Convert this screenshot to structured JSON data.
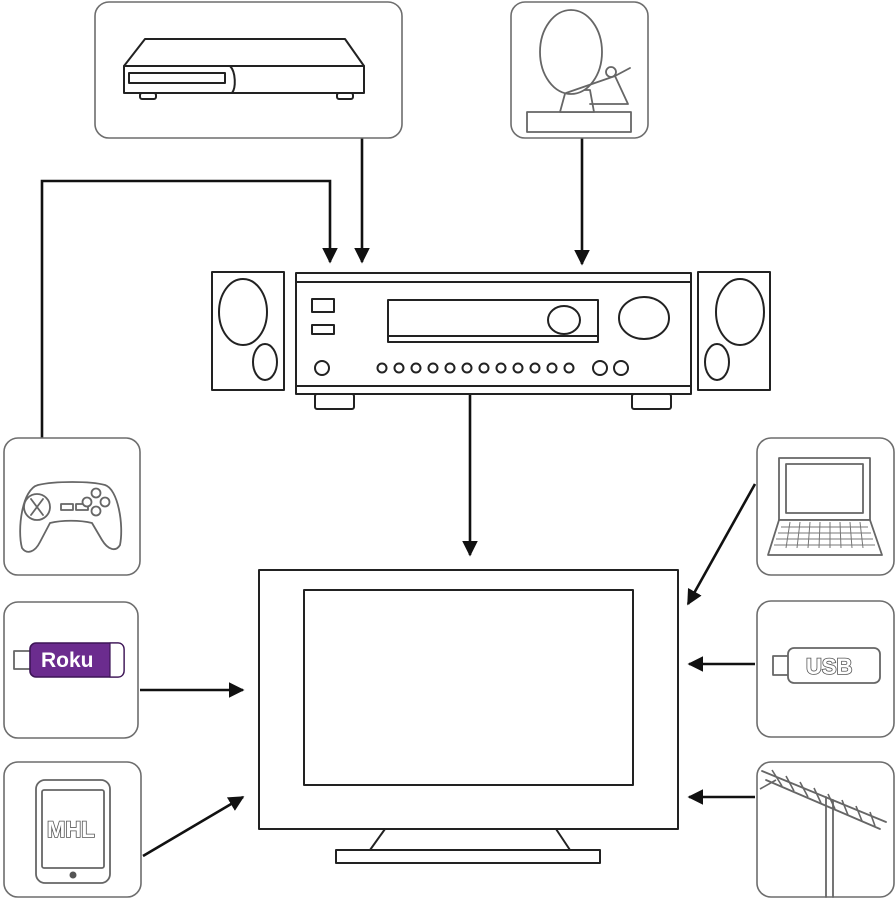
{
  "labels": {
    "roku": "Roku",
    "usb": "USB",
    "mhl": "MHL"
  },
  "colors": {
    "roku_purple": "#6b2c8e",
    "ink": "#222222",
    "box_stroke": "#6d6d6d",
    "wire": "#111111"
  },
  "icons": [
    "dvd-player-icon",
    "satellite-dish-icon",
    "game-controller-icon",
    "roku-stick-icon",
    "mhl-tablet-icon",
    "laptop-icon",
    "usb-drive-icon",
    "tv-antenna-icon",
    "av-receiver-icon",
    "speaker-icon",
    "television-icon"
  ]
}
